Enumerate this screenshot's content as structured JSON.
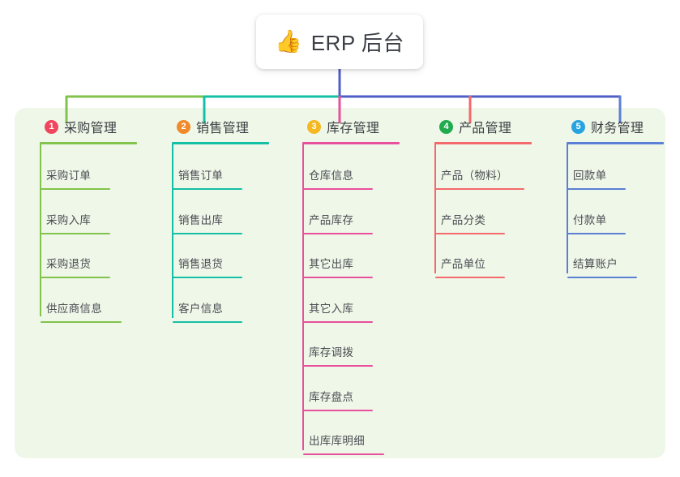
{
  "diagram": {
    "type": "mind-map",
    "root": {
      "icon": "thumbs-up-icon",
      "emoji": "👍",
      "title": "ERP 后台"
    },
    "palette": {
      "canvas_background": "#ffffff",
      "panel_background": "#eff7e9",
      "root_background": "#ffffff",
      "root_text": "#3b3f45",
      "trunk_line": "#4f5fc8",
      "bus_left": "#82c34b",
      "bus_mid": "#14c0a5",
      "bus_right": "#4f5fc8",
      "label_text": "#4a4d52"
    },
    "branches": [
      {
        "index": "1",
        "title": "采购管理",
        "badge_color": "#f0465e",
        "line_color": "#82c34b",
        "rule_width": 120,
        "items": [
          {
            "label": "采购订单",
            "rule_width": 86
          },
          {
            "label": "采购入库",
            "rule_width": 86
          },
          {
            "label": "采购退货",
            "rule_width": 86
          },
          {
            "label": "供应商信息",
            "rule_width": 100
          }
        ]
      },
      {
        "index": "2",
        "title": "销售管理",
        "badge_color": "#f08a2b",
        "line_color": "#14c0a5",
        "rule_width": 120,
        "items": [
          {
            "label": "销售订单",
            "rule_width": 86
          },
          {
            "label": "销售出库",
            "rule_width": 86
          },
          {
            "label": "销售退货",
            "rule_width": 86
          },
          {
            "label": "客户信息",
            "rule_width": 86
          }
        ]
      },
      {
        "index": "3",
        "title": "库存管理",
        "badge_color": "#f5b820",
        "line_color": "#e8509b",
        "rule_width": 120,
        "items": [
          {
            "label": "仓库信息",
            "rule_width": 86
          },
          {
            "label": "产品库存",
            "rule_width": 86
          },
          {
            "label": "其它出库",
            "rule_width": 86
          },
          {
            "label": "其它入库",
            "rule_width": 86
          },
          {
            "label": "库存调拨",
            "rule_width": 86
          },
          {
            "label": "库存盘点",
            "rule_width": 86
          },
          {
            "label": "出库库明细",
            "rule_width": 100
          }
        ]
      },
      {
        "index": "4",
        "title": "产品管理",
        "badge_color": "#20ab4e",
        "line_color": "#f4696b",
        "rule_width": 120,
        "items": [
          {
            "label": "产品（物料）",
            "rule_width": 110
          },
          {
            "label": "产品分类",
            "rule_width": 86
          },
          {
            "label": "产品单位",
            "rule_width": 86
          }
        ]
      },
      {
        "index": "5",
        "title": "财务管理",
        "badge_color": "#26a3e0",
        "line_color": "#5b7fd4",
        "rule_width": 120,
        "items": [
          {
            "label": "回款单",
            "rule_width": 72
          },
          {
            "label": "付款单",
            "rule_width": 72
          },
          {
            "label": "结算账户",
            "rule_width": 86
          }
        ]
      }
    ]
  }
}
